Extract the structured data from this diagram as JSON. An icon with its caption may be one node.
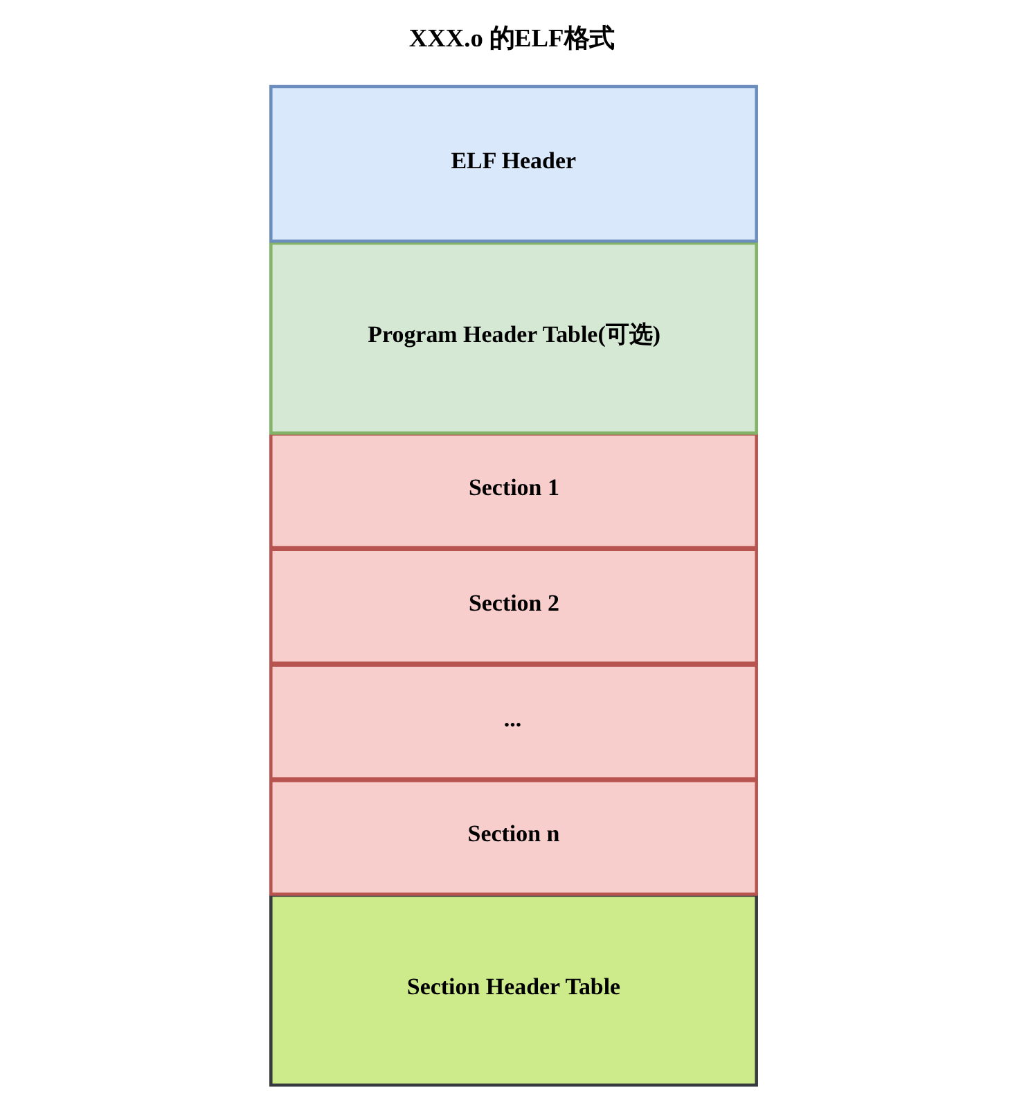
{
  "diagram": {
    "title": "XXX.o 的ELF格式",
    "nodes": [
      {
        "text": [
          "ELF Header"
        ]
      },
      {
        "text": [
          "Program Header Table(可选)"
        ]
      },
      {
        "text": [
          "Section 1"
        ]
      },
      {
        "text": [
          "Section 2"
        ]
      },
      {
        "text": [
          "..."
        ]
      },
      {
        "text": [
          "Section n"
        ]
      },
      {
        "text": [
          "Section Header Table"
        ]
      }
    ]
  }
}
